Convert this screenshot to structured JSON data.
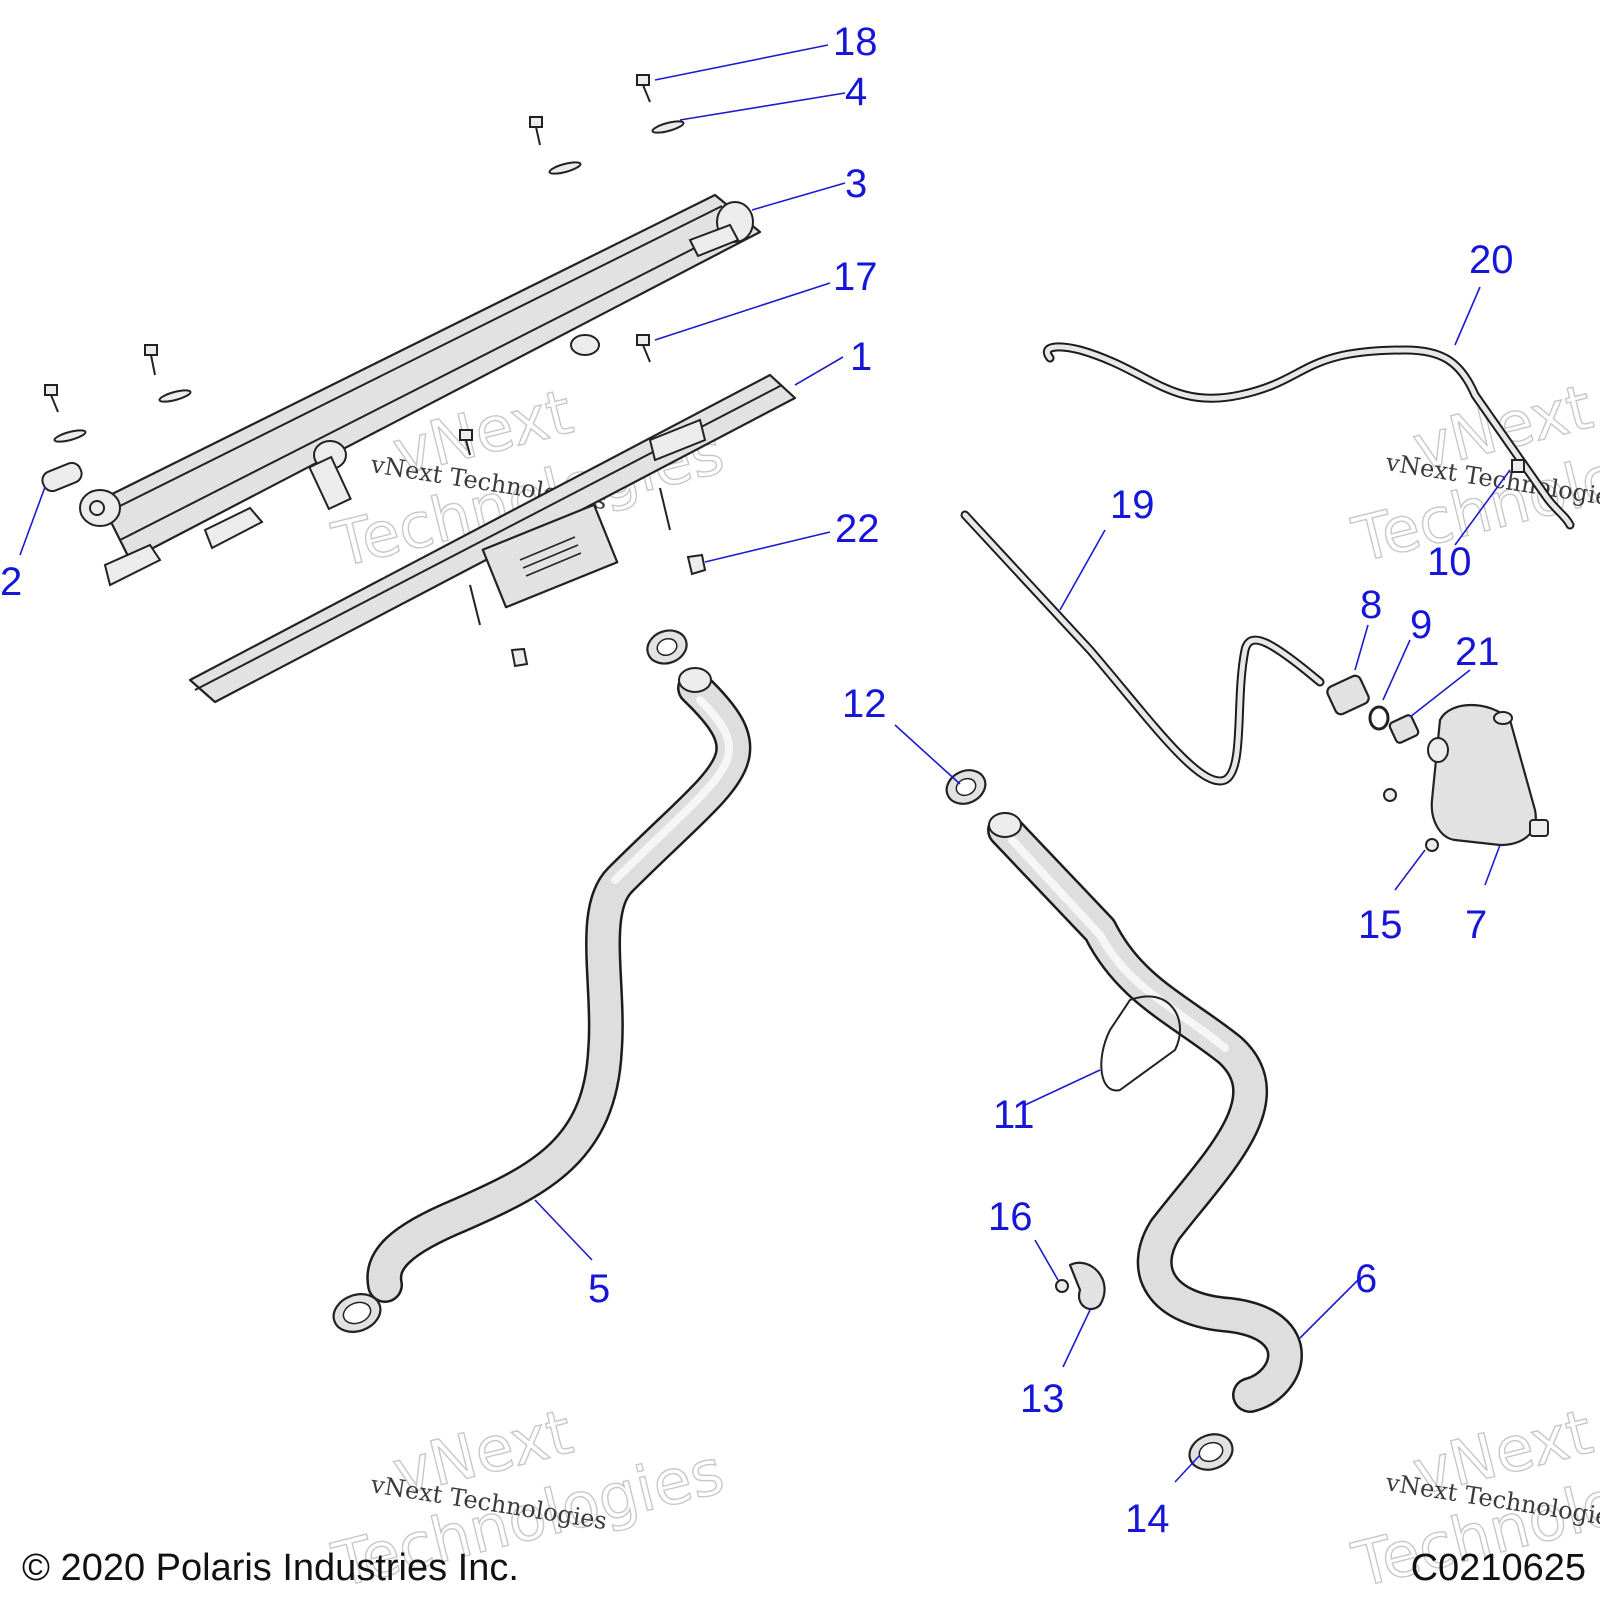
{
  "callouts": [
    {
      "id": "1",
      "label": "1"
    },
    {
      "id": "2",
      "label": "2"
    },
    {
      "id": "3",
      "label": "3"
    },
    {
      "id": "4",
      "label": "4"
    },
    {
      "id": "5",
      "label": "5"
    },
    {
      "id": "6",
      "label": "6"
    },
    {
      "id": "7",
      "label": "7"
    },
    {
      "id": "8",
      "label": "8"
    },
    {
      "id": "9",
      "label": "9"
    },
    {
      "id": "10",
      "label": "10"
    },
    {
      "id": "11",
      "label": "11"
    },
    {
      "id": "12",
      "label": "12"
    },
    {
      "id": "13",
      "label": "13"
    },
    {
      "id": "14",
      "label": "14"
    },
    {
      "id": "15",
      "label": "15"
    },
    {
      "id": "16",
      "label": "16"
    },
    {
      "id": "17",
      "label": "17"
    },
    {
      "id": "18",
      "label": "18"
    },
    {
      "id": "19",
      "label": "19"
    },
    {
      "id": "20",
      "label": "20"
    },
    {
      "id": "21",
      "label": "21"
    },
    {
      "id": "22",
      "label": "22"
    }
  ],
  "watermark": {
    "big_line1": "vNext",
    "big_line2": "Technologies",
    "small": "vNext Technologies"
  },
  "footer": {
    "copyright": "© 2020 Polaris Industries Inc.",
    "figure_code": "C0210625"
  },
  "colors": {
    "callout": "#1616d8",
    "part_fill": "#e2e2e2",
    "outline": "#222222"
  }
}
